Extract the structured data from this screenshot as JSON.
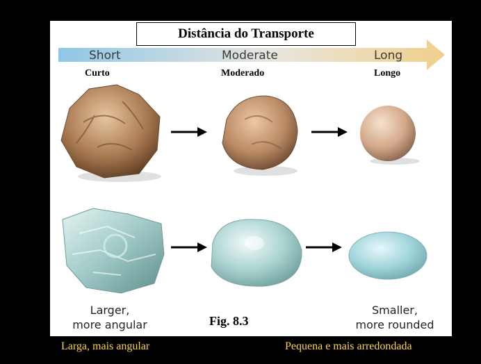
{
  "title": "Distância do Transporte",
  "scale": {
    "en": [
      "Short",
      "Moderate",
      "Long"
    ],
    "pt": [
      "Curto",
      "Moderado",
      "Longo"
    ]
  },
  "captions": {
    "left_en_line1": "Larger,",
    "left_en_line2": "more angular",
    "right_en_line1": "Smaller,",
    "right_en_line2": "more rounded",
    "figure": "Fig. 8.3",
    "left_pt": "Larga, mais angular",
    "right_pt": "Pequena e mais arredondada"
  },
  "colors": {
    "background": "#000000",
    "arrow_start": "#8fc6e6",
    "arrow_end": "#f0d08a",
    "caption_pt": "#ffd24a"
  },
  "icons": {
    "flow": "right-arrow-icon"
  }
}
